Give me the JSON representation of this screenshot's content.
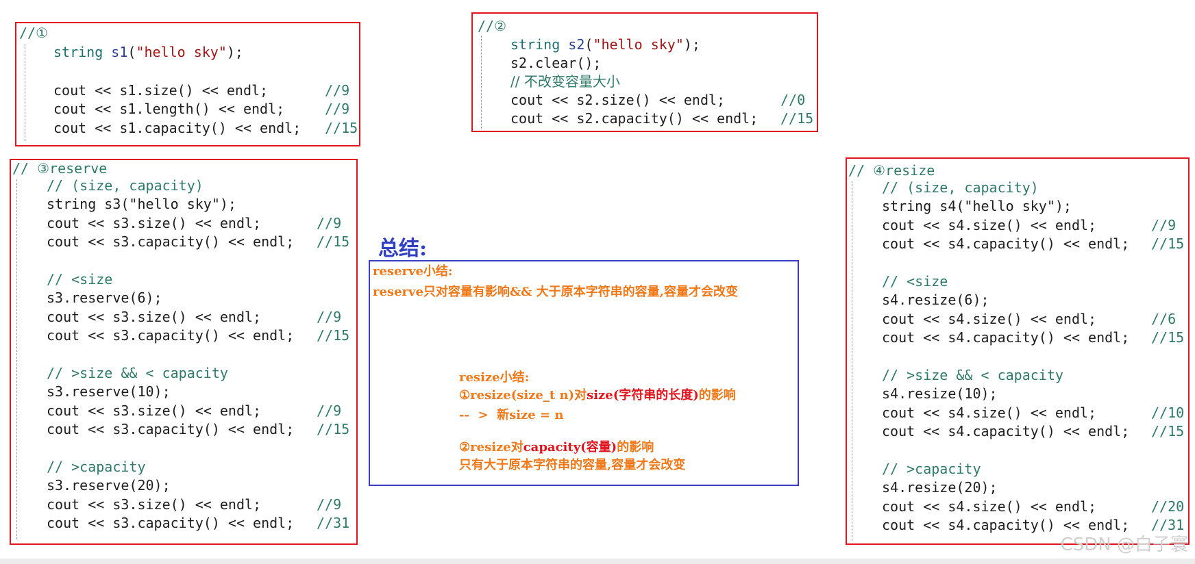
{
  "box1": {
    "header": "//①",
    "l1_type": "string",
    "l1_var": "s1",
    "l1_str": "\"hello sky\"",
    "l2": "cout << s1.size() << endl;",
    "l2_c": "//9",
    "l3": "cout << s1.length() << endl;",
    "l3_c": "//9",
    "l4": "cout << s1.capacity() << endl;",
    "l4_c": "//15"
  },
  "box2": {
    "header": "//②",
    "l1_type": "string",
    "l1_var": "s2",
    "l1_str": "\"hello sky\"",
    "l2": "s2.clear();",
    "l3": "// 不改变容量大小",
    "l4": "cout << s2.size() << endl;",
    "l4_c": "//0",
    "l5": "cout << s2.capacity() << endl;",
    "l5_c": "//15"
  },
  "box3": {
    "header": "// ③reserve",
    "lines": [
      {
        "t": "// (size, capacity)",
        "c": ""
      },
      {
        "t": "string s3(\"hello sky\");",
        "c": ""
      },
      {
        "t": "cout << s3.size() << endl;",
        "c": "//9"
      },
      {
        "t": "cout << s3.capacity() << endl;",
        "c": "//15"
      },
      {
        "t": "",
        "c": ""
      },
      {
        "t": "// <size",
        "c": ""
      },
      {
        "t": "s3.reserve(6);",
        "c": ""
      },
      {
        "t": "cout << s3.size() << endl;",
        "c": "//9"
      },
      {
        "t": "cout << s3.capacity() << endl;",
        "c": "//15"
      },
      {
        "t": "",
        "c": ""
      },
      {
        "t": "// >size && < capacity",
        "c": ""
      },
      {
        "t": "s3.reserve(10);",
        "c": ""
      },
      {
        "t": "cout << s3.size() << endl;",
        "c": "//9"
      },
      {
        "t": "cout << s3.capacity() << endl;",
        "c": "//15"
      },
      {
        "t": "",
        "c": ""
      },
      {
        "t": "// >capacity",
        "c": ""
      },
      {
        "t": "s3.reserve(20);",
        "c": ""
      },
      {
        "t": "cout << s3.size() << endl;",
        "c": "//9"
      },
      {
        "t": "cout << s3.capacity() << endl;",
        "c": "//31"
      }
    ]
  },
  "box4": {
    "header": "// ④resize",
    "lines": [
      {
        "t": "// (size, capacity)",
        "c": ""
      },
      {
        "t": "string s4(\"hello sky\");",
        "c": ""
      },
      {
        "t": "cout << s4.size() << endl;",
        "c": "//9"
      },
      {
        "t": "cout << s4.capacity() << endl;",
        "c": "//15"
      },
      {
        "t": "",
        "c": ""
      },
      {
        "t": "// <size",
        "c": ""
      },
      {
        "t": "s4.resize(6);",
        "c": ""
      },
      {
        "t": "cout << s4.size() << endl;",
        "c": "//6"
      },
      {
        "t": "cout << s4.capacity() << endl;",
        "c": "//15"
      },
      {
        "t": "",
        "c": ""
      },
      {
        "t": "// >size && < capacity",
        "c": ""
      },
      {
        "t": "s4.resize(10);",
        "c": ""
      },
      {
        "t": "cout << s4.size() << endl;",
        "c": "//10"
      },
      {
        "t": "cout << s4.capacity() << endl;",
        "c": "//15"
      },
      {
        "t": "",
        "c": ""
      },
      {
        "t": "// >capacity",
        "c": ""
      },
      {
        "t": "s4.resize(20);",
        "c": ""
      },
      {
        "t": "cout << s4.size() << endl;",
        "c": "//20"
      },
      {
        "t": "cout << s4.capacity() << endl;",
        "c": "//31"
      }
    ]
  },
  "summary": {
    "title": "总结:",
    "reserve_title": "reserve小结:",
    "reserve_text": "reserve只对容量有影响&& 大于原本字符串的容量,容量才会改变",
    "resize_title": "resize小结:",
    "resize_l1a": "①resize(size_t n)对",
    "resize_l1b": "size(字符串的长度)",
    "resize_l1c": "的影响",
    "resize_l2": "--  >  新size = n",
    "resize_l3a": "②resize对",
    "resize_l3b": "capacity(容量)",
    "resize_l3c": "的影响",
    "resize_l4": "只有大于原本字符串的容量,容量才会改变"
  },
  "watermark": "CSDN @白子寰"
}
